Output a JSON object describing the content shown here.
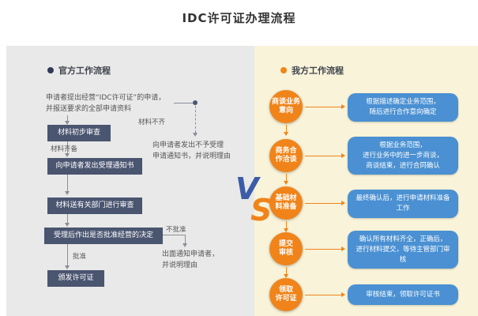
{
  "title": "IDC许可证办理流程",
  "vs": {
    "v": "V",
    "s": "S"
  },
  "colors": {
    "left_panel_bg": "#e9e9e9",
    "right_panel_bg": "#f8f3d9",
    "official_box": "#4a5570",
    "process_orange": "#f0841a",
    "note_blue": "#4a90d2",
    "vs_blue": "#3c5ca8"
  },
  "official": {
    "header": "官方工作流程",
    "intro": "申请者提出经营“IDC许可证”的申请，\n并报送要求的全部申请资料",
    "label_incomplete": "材料不齐",
    "reject_notice": "向申请者发出不予受理\n申请通知书，并说明理由",
    "step_review": "材料初步审查",
    "label_complete": "材料齐备",
    "step_accept": "向申请者发出受理通知书",
    "step_depts": "材料送有关部门进行审查",
    "step_decision": "受理后作出是否批准经营的决定",
    "label_rejected": "不批准",
    "reject_result": "出面通知申请者，\n并说明理由",
    "label_approved": "批准",
    "step_issue": "颁发许可证"
  },
  "ours": {
    "header": "我方工作流程",
    "steps": [
      {
        "circle": "商谈业务\n意向",
        "note": "根据描述确定业务范围，\n随后进行合作意向确定"
      },
      {
        "circle": "商务合\n作洽谈",
        "note": "根据业务范围，\n进行业务中的进一步商谈，\n商谈结束，进行合同确认"
      },
      {
        "circle": "基础材\n料准备",
        "note": "最终确认后，进行申请材料准备工作"
      },
      {
        "circle": "提交\n审核",
        "note": "确认所有材料齐全，正确后，\n进行材料提交，等待主管部门审核"
      },
      {
        "circle": "领取\n许可证",
        "note": "审核结束，领取许可证书"
      }
    ]
  }
}
